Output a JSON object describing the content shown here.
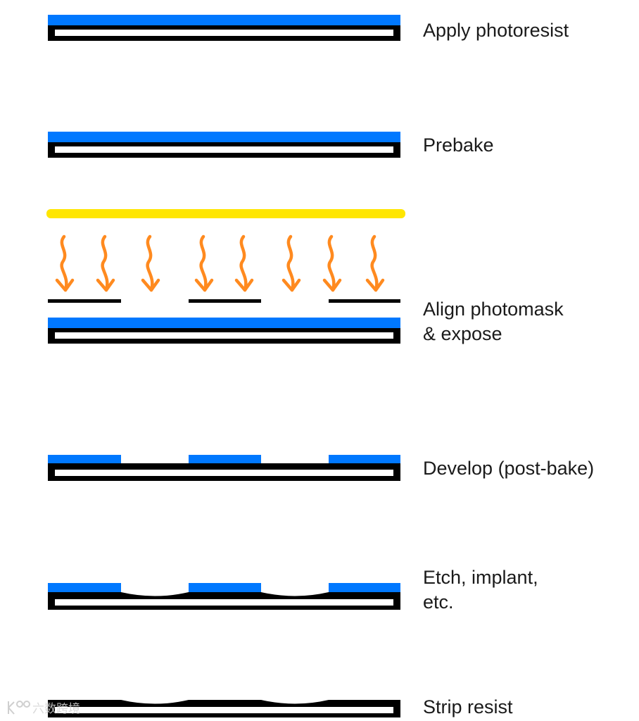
{
  "steps": [
    {
      "label": "Apply photoresist"
    },
    {
      "label": "Prebake"
    },
    {
      "label": "Align photomask",
      "label_line2": "& expose"
    },
    {
      "label": "Develop (post-bake)"
    },
    {
      "label": "Etch, implant,",
      "label_line2": "etc."
    },
    {
      "label": "Strip resist"
    }
  ],
  "colors": {
    "photoresist": "#0078ff",
    "wafer": "#000000",
    "wafer_inner": "#ffffff",
    "light_source": "#ffe600",
    "light_rays": "#ff8a1f",
    "mask": "#000000"
  },
  "watermark": {
    "text": "六数跨境",
    "icon": "k-logo-icon"
  }
}
